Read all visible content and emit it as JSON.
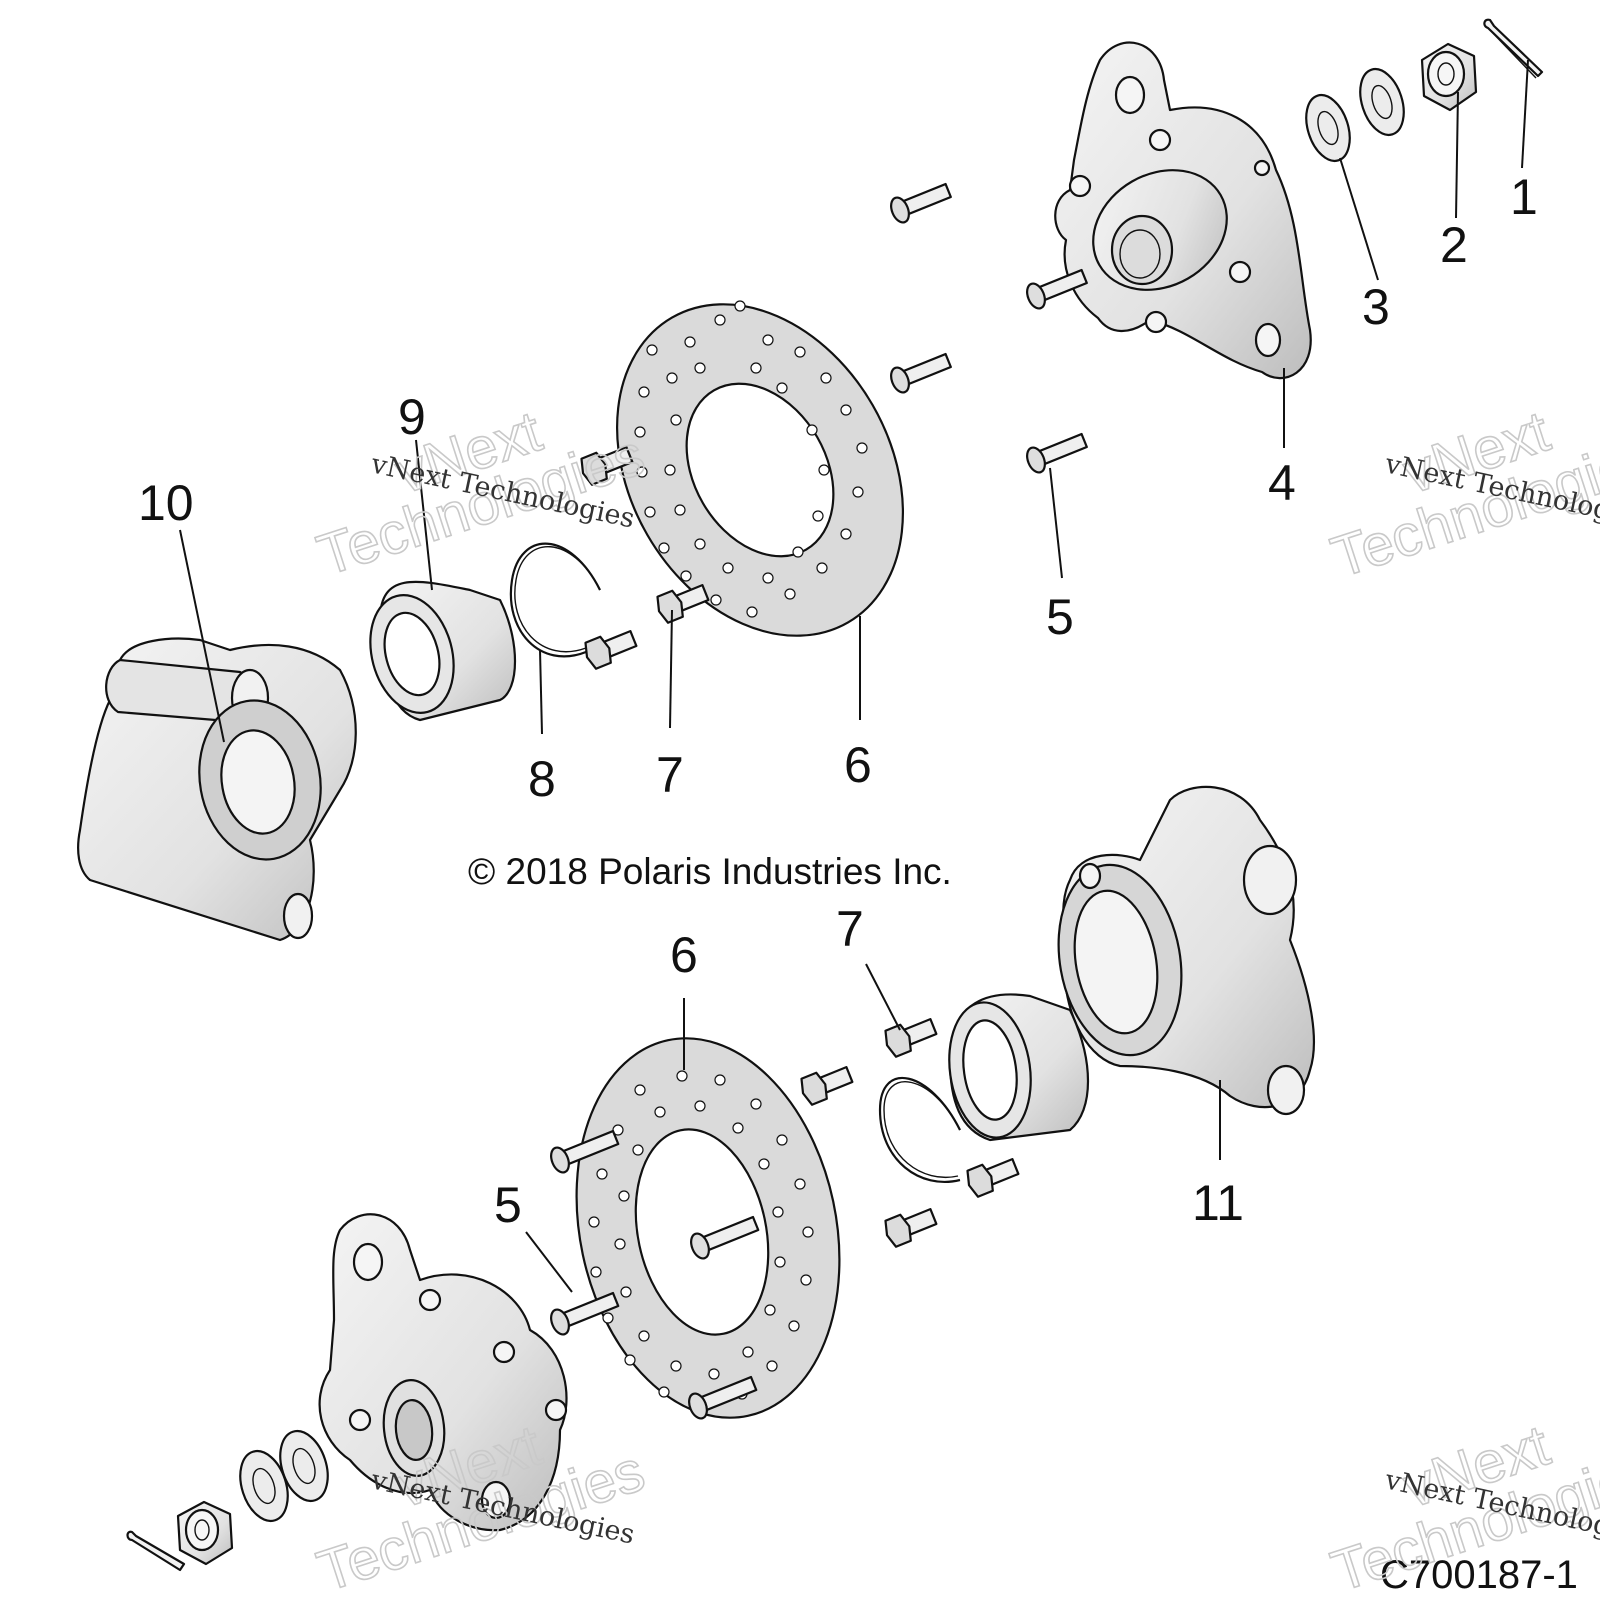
{
  "diagram": {
    "copyright": "© 2018 Polaris Industries Inc.",
    "drawing_code": "C700187-1",
    "watermark_line": "vNext Technologies",
    "watermark_word_1": "vNext",
    "watermark_word_2": "Technologies",
    "callouts": {
      "c1": "1",
      "c2": "2",
      "c3": "3",
      "c4": "4",
      "c5_top": "5",
      "c6_top": "6",
      "c7_top": "7",
      "c8": "8",
      "c9": "9",
      "c10": "10",
      "c6_bottom": "6",
      "c7_bottom": "7",
      "c5_bottom": "5",
      "c11": "11"
    },
    "colors": {
      "part_fill": "#e8e8e8",
      "part_shade": "#cfcfcf",
      "line": "#111111",
      "watermark": "#c9c9c9"
    }
  }
}
